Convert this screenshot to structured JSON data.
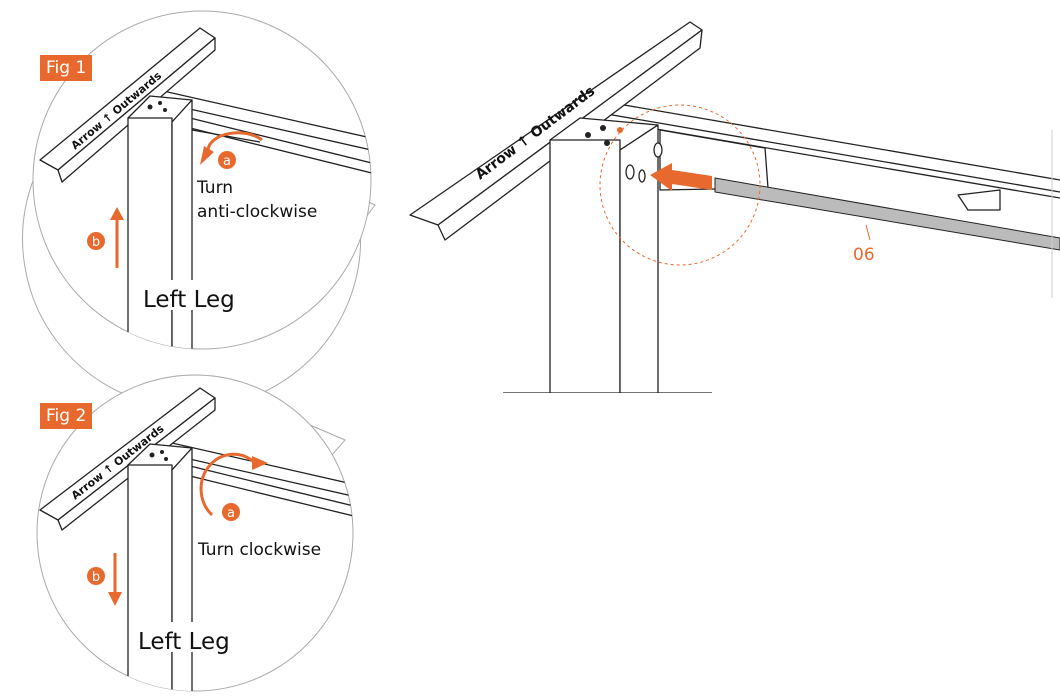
{
  "figures": [
    {
      "label": "Fig 1",
      "step_a": "a",
      "step_b": "b",
      "instruction_line1": "Turn",
      "instruction_line2": "anti-clockwise",
      "leg_label": "Left Leg",
      "direction_b": "up"
    },
    {
      "label": "Fig 2",
      "step_a": "a",
      "step_b": "b",
      "instruction_line1": "Turn clockwise",
      "leg_label": "Left Leg",
      "direction_b": "down"
    }
  ],
  "main": {
    "bracket_text": "Arrow ↑ Outwards",
    "part_number": "06"
  },
  "colors": {
    "accent": "#e8692e",
    "line": "#222222"
  }
}
